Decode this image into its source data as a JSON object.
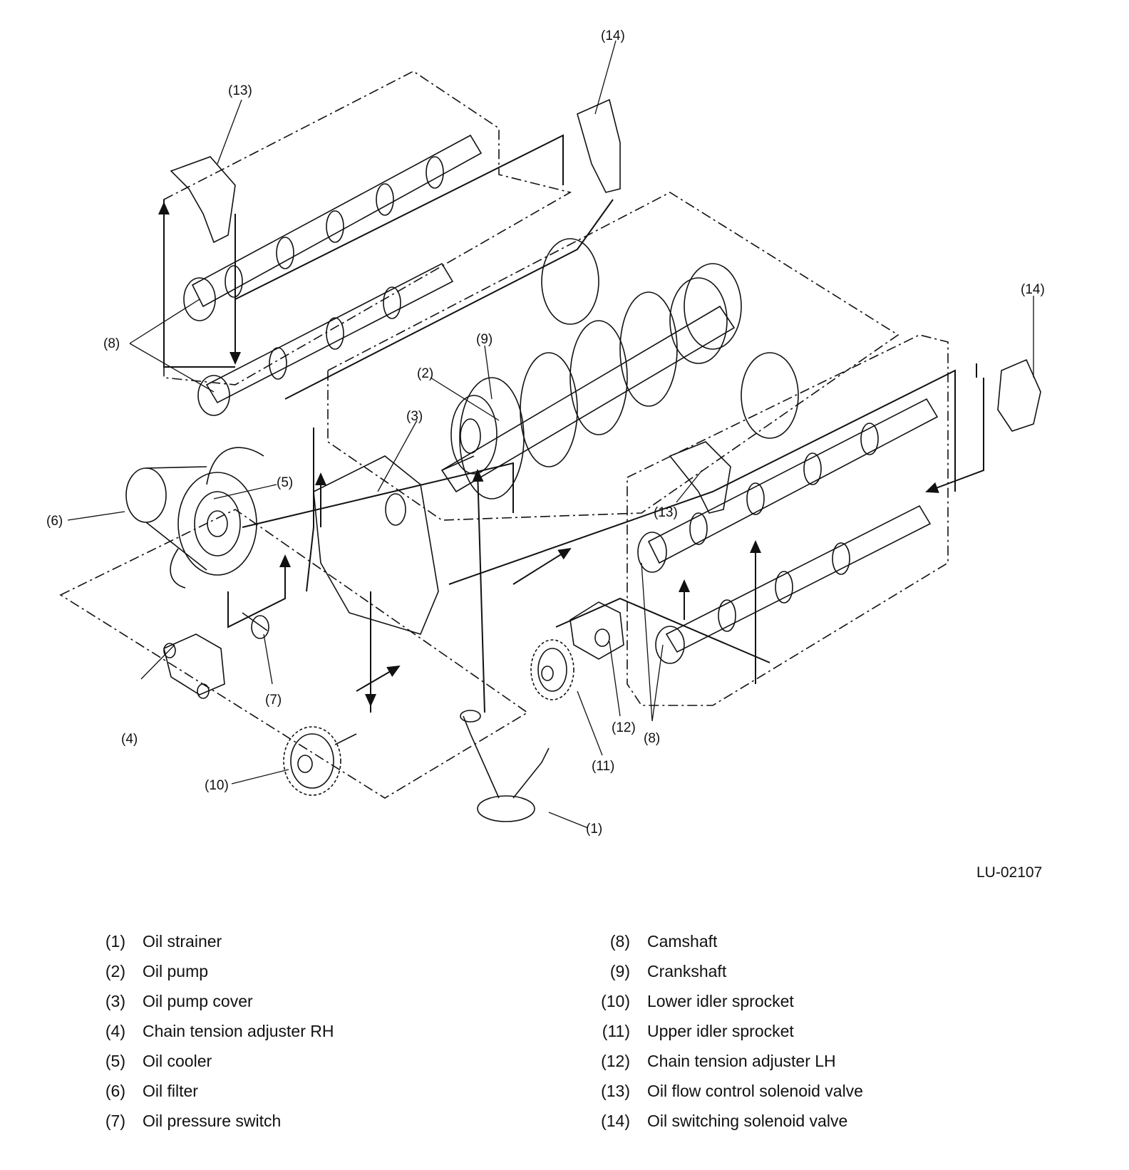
{
  "figure_id": "LU-02107",
  "callouts": [
    {
      "id": "1",
      "label": "(1)"
    },
    {
      "id": "2",
      "label": "(2)"
    },
    {
      "id": "3",
      "label": "(3)"
    },
    {
      "id": "4",
      "label": "(4)"
    },
    {
      "id": "5",
      "label": "(5)"
    },
    {
      "id": "6",
      "label": "(6)"
    },
    {
      "id": "7",
      "label": "(7)"
    },
    {
      "id": "8a",
      "label": "(8)"
    },
    {
      "id": "8b",
      "label": "(8)"
    },
    {
      "id": "9",
      "label": "(9)"
    },
    {
      "id": "10",
      "label": "(10)"
    },
    {
      "id": "11",
      "label": "(11)"
    },
    {
      "id": "12",
      "label": "(12)"
    },
    {
      "id": "13a",
      "label": "(13)"
    },
    {
      "id": "13b",
      "label": "(13)"
    },
    {
      "id": "14a",
      "label": "(14)"
    },
    {
      "id": "14b",
      "label": "(14)"
    }
  ],
  "legend": {
    "left": [
      {
        "num": "(1)",
        "desc": "Oil strainer"
      },
      {
        "num": "(2)",
        "desc": "Oil pump"
      },
      {
        "num": "(3)",
        "desc": "Oil pump cover"
      },
      {
        "num": "(4)",
        "desc": "Chain tension adjuster RH"
      },
      {
        "num": "(5)",
        "desc": "Oil cooler"
      },
      {
        "num": "(6)",
        "desc": "Oil filter"
      },
      {
        "num": "(7)",
        "desc": "Oil pressure switch"
      }
    ],
    "right": [
      {
        "num": "(8)",
        "desc": "Camshaft"
      },
      {
        "num": "(9)",
        "desc": "Crankshaft"
      },
      {
        "num": "(10)",
        "desc": "Lower idler sprocket"
      },
      {
        "num": "(11)",
        "desc": "Upper idler sprocket"
      },
      {
        "num": "(12)",
        "desc": "Chain tension adjuster LH"
      },
      {
        "num": "(13)",
        "desc": "Oil flow control solenoid valve"
      },
      {
        "num": "(14)",
        "desc": "Oil switching solenoid valve"
      }
    ]
  }
}
